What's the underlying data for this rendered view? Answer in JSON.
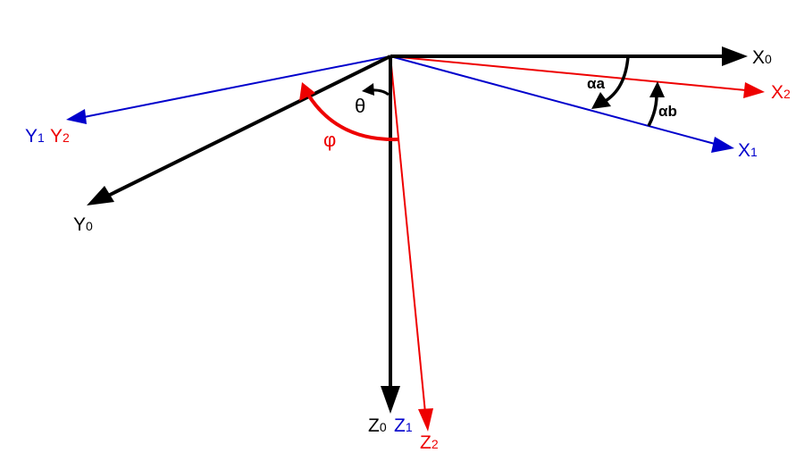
{
  "colors": {
    "frame0": "#000000",
    "frame1": "#0000cc",
    "frame2": "#ee0000"
  },
  "axes": {
    "x0": {
      "main": "X",
      "sub": "0"
    },
    "y0": {
      "main": "Y",
      "sub": "0"
    },
    "z0": {
      "main": "Z",
      "sub": "0"
    },
    "x1": {
      "main": "X",
      "sub": "1"
    },
    "y1": {
      "main": "Y",
      "sub": "1"
    },
    "z1": {
      "main": "Z",
      "sub": "1"
    },
    "x2": {
      "main": "X",
      "sub": "2"
    },
    "y2": {
      "main": "Y",
      "sub": "2"
    },
    "z2": {
      "main": "Z",
      "sub": "2"
    }
  },
  "angles": {
    "theta": "θ",
    "phi": "φ",
    "alpha_a": "αa",
    "alpha_b": "αb"
  }
}
